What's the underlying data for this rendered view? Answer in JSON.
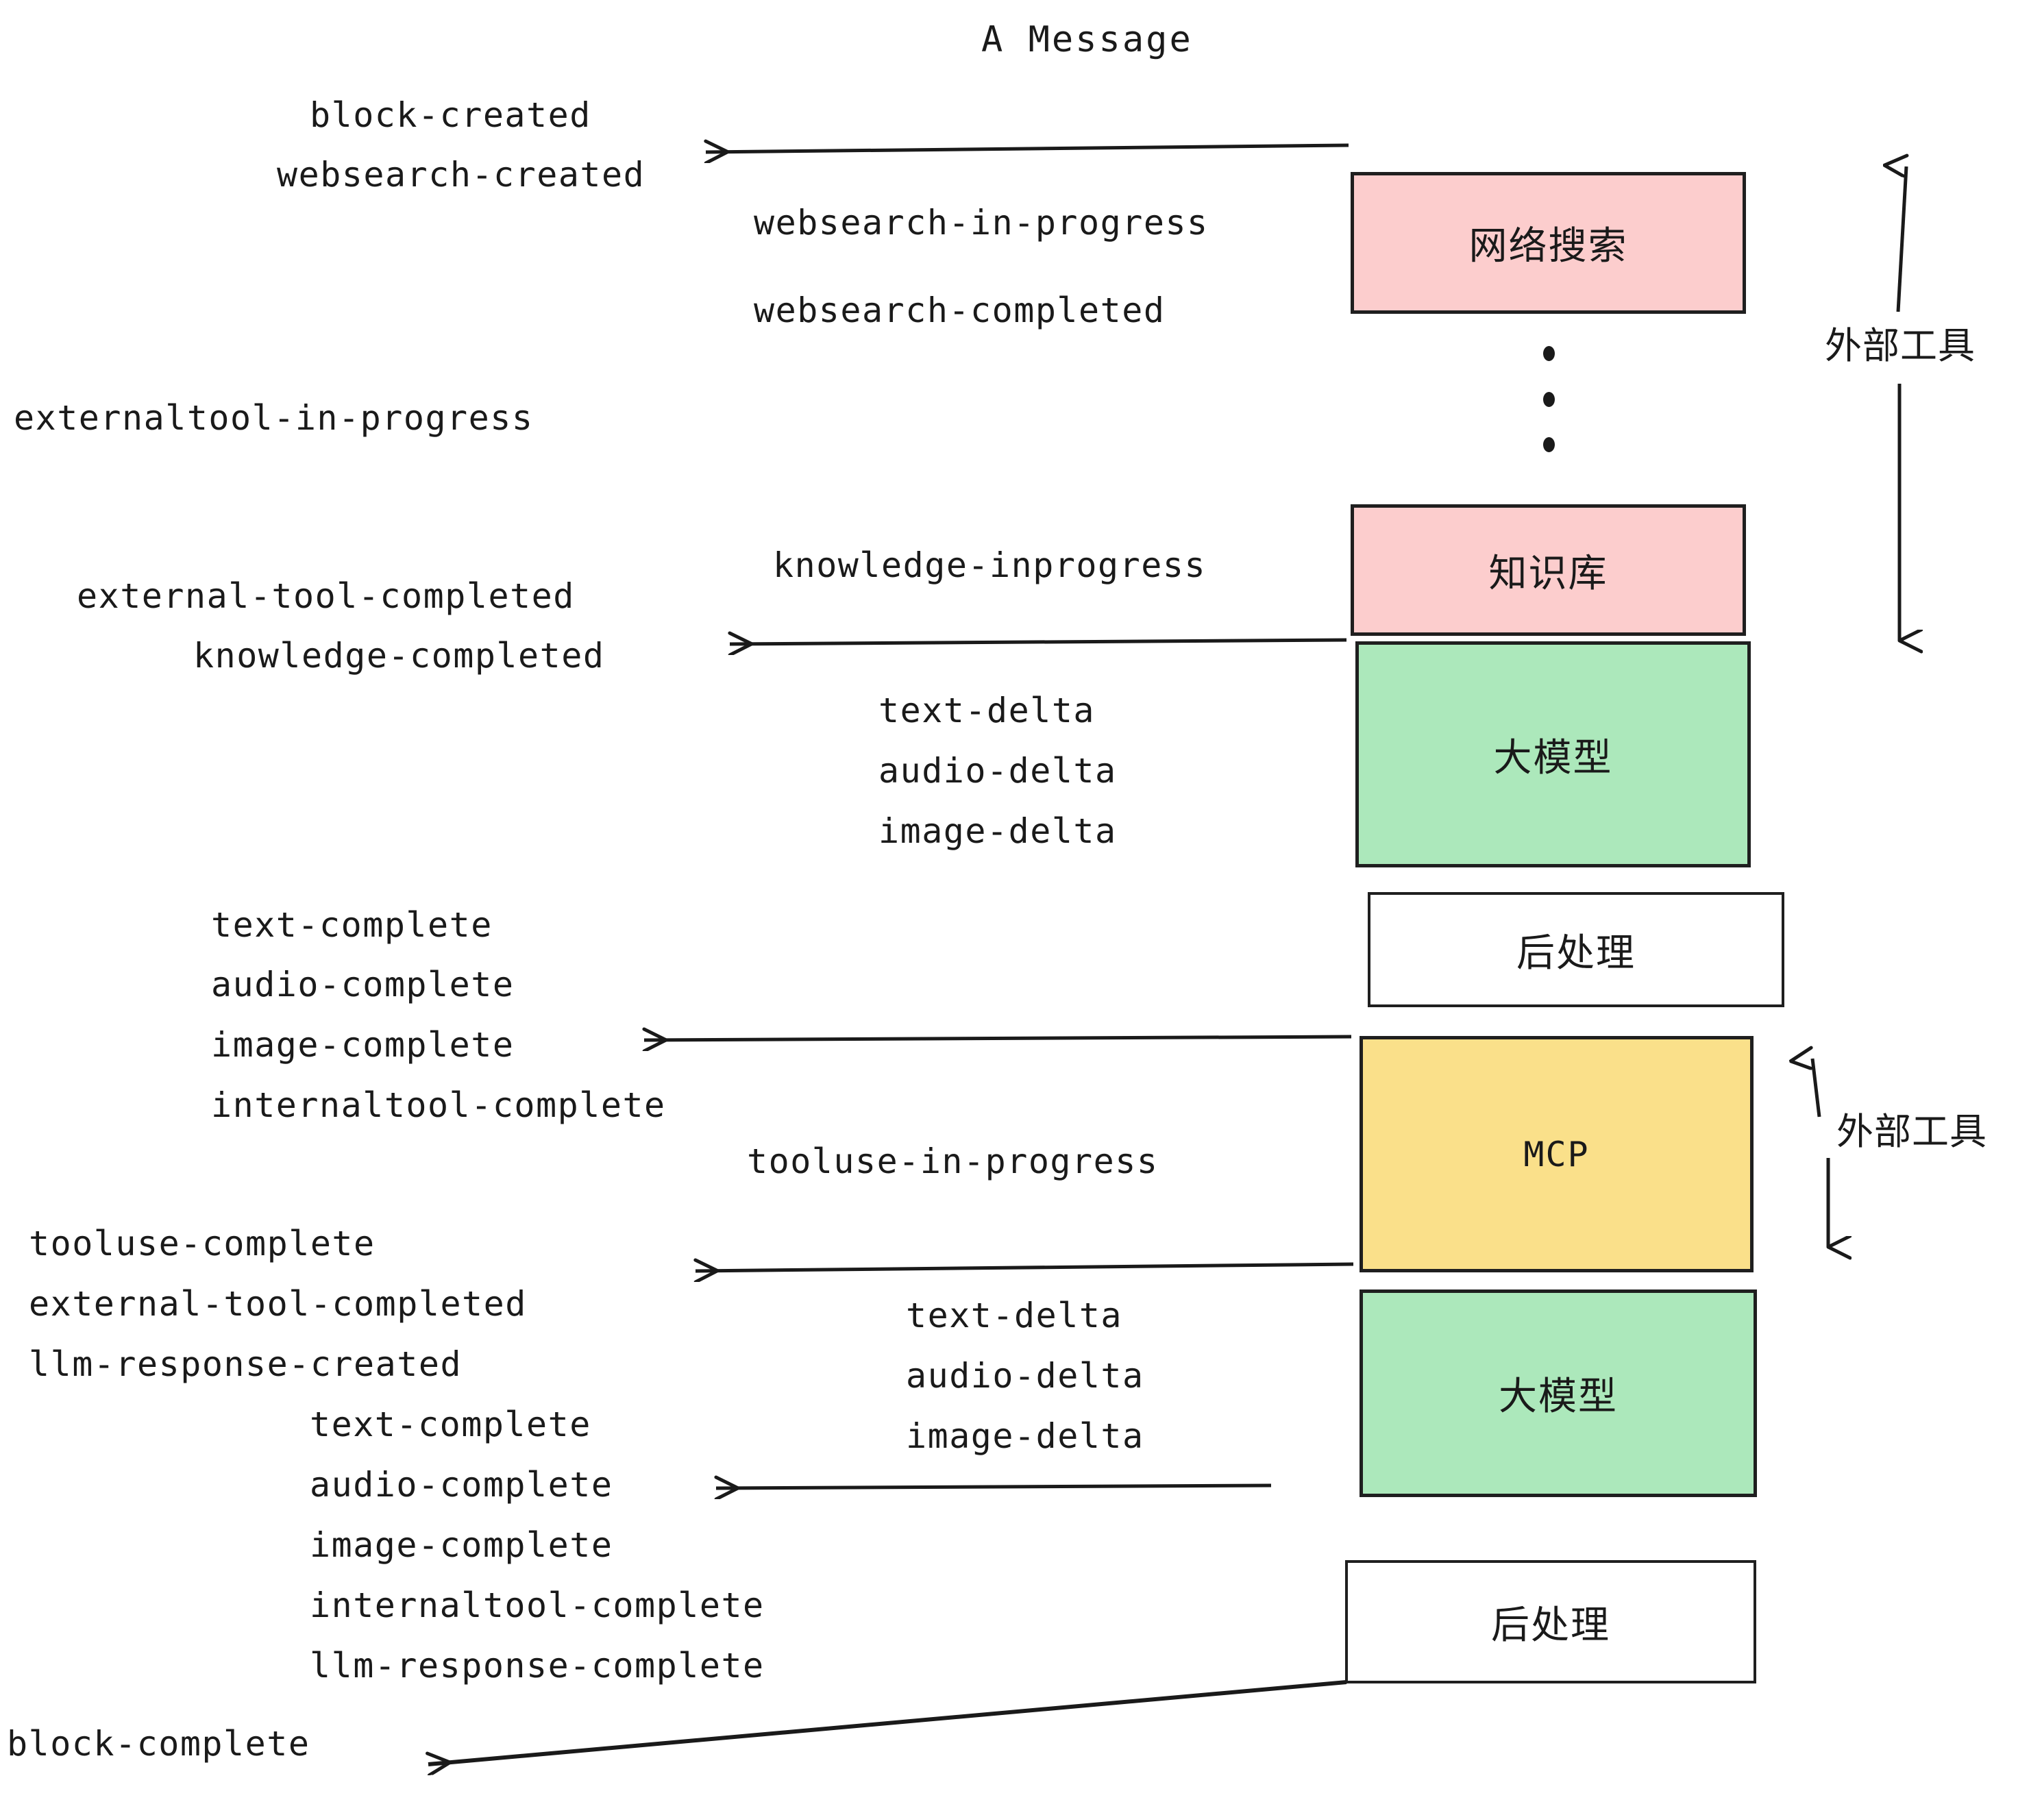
{
  "title": "A Message",
  "boxes": [
    {
      "id": "websearch",
      "label": "网络搜索",
      "color": "#fccdcd",
      "kind": "cjk"
    },
    {
      "id": "knowledge",
      "label": "知识库",
      "color": "#fccdcd",
      "kind": "cjk"
    },
    {
      "id": "llm-1",
      "label": "大模型",
      "color": "#ace8bb",
      "kind": "cjk"
    },
    {
      "id": "postprocess-1",
      "label": "后处理",
      "color": "#ffffff",
      "kind": "cjk"
    },
    {
      "id": "mcp",
      "label": "MCP",
      "color": "#fae08a",
      "kind": "mono"
    },
    {
      "id": "llm-2",
      "label": "大模型",
      "color": "#ace8bb",
      "kind": "cjk"
    },
    {
      "id": "postprocess-2",
      "label": "后处理",
      "color": "#ffffff",
      "kind": "cjk"
    }
  ],
  "side_labels": [
    {
      "id": "external-tool-upper",
      "text": "外部工具"
    },
    {
      "id": "external-tool-lower",
      "text": "外部工具"
    }
  ],
  "events": [
    {
      "id": "block-created",
      "text": "block-created"
    },
    {
      "id": "websearch-created",
      "text": "websearch-created"
    },
    {
      "id": "websearch-in-progress",
      "text": "websearch-in-progress"
    },
    {
      "id": "websearch-completed",
      "text": "websearch-completed"
    },
    {
      "id": "externaltool-in-progress",
      "text": "externaltool-in-progress"
    },
    {
      "id": "knowledge-inprogress",
      "text": "knowledge-inprogress"
    },
    {
      "id": "external-tool-completed-1",
      "text": "external-tool-completed"
    },
    {
      "id": "knowledge-completed",
      "text": "knowledge-completed"
    },
    {
      "id": "text-delta-1",
      "text": "text-delta"
    },
    {
      "id": "audio-delta-1",
      "text": "audio-delta"
    },
    {
      "id": "image-delta-1",
      "text": "image-delta"
    },
    {
      "id": "text-complete-1",
      "text": "text-complete"
    },
    {
      "id": "audio-complete-1",
      "text": "audio-complete"
    },
    {
      "id": "image-complete-1",
      "text": "image-complete"
    },
    {
      "id": "internaltool-complete-1",
      "text": "internaltool-complete"
    },
    {
      "id": "tooluse-in-progress",
      "text": "tooluse-in-progress"
    },
    {
      "id": "tooluse-complete",
      "text": "tooluse-complete"
    },
    {
      "id": "external-tool-completed-2",
      "text": "external-tool-completed"
    },
    {
      "id": "llm-response-created",
      "text": "llm-response-created"
    },
    {
      "id": "text-delta-2",
      "text": "text-delta"
    },
    {
      "id": "audio-delta-2",
      "text": "audio-delta"
    },
    {
      "id": "image-delta-2",
      "text": "image-delta"
    },
    {
      "id": "text-complete-2",
      "text": "text-complete"
    },
    {
      "id": "audio-complete-2",
      "text": "audio-complete"
    },
    {
      "id": "image-complete-2",
      "text": "image-complete"
    },
    {
      "id": "internaltool-complete-2",
      "text": "internaltool-complete"
    },
    {
      "id": "llm-response-complete",
      "text": "llm-response-complete"
    },
    {
      "id": "block-complete",
      "text": "block-complete"
    }
  ],
  "colors": {
    "pink": "#fccdcd",
    "green": "#ace8bb",
    "yellow": "#fae08a",
    "white": "#ffffff",
    "stroke": "#1f1f1f",
    "text": "#1a1a1a"
  }
}
